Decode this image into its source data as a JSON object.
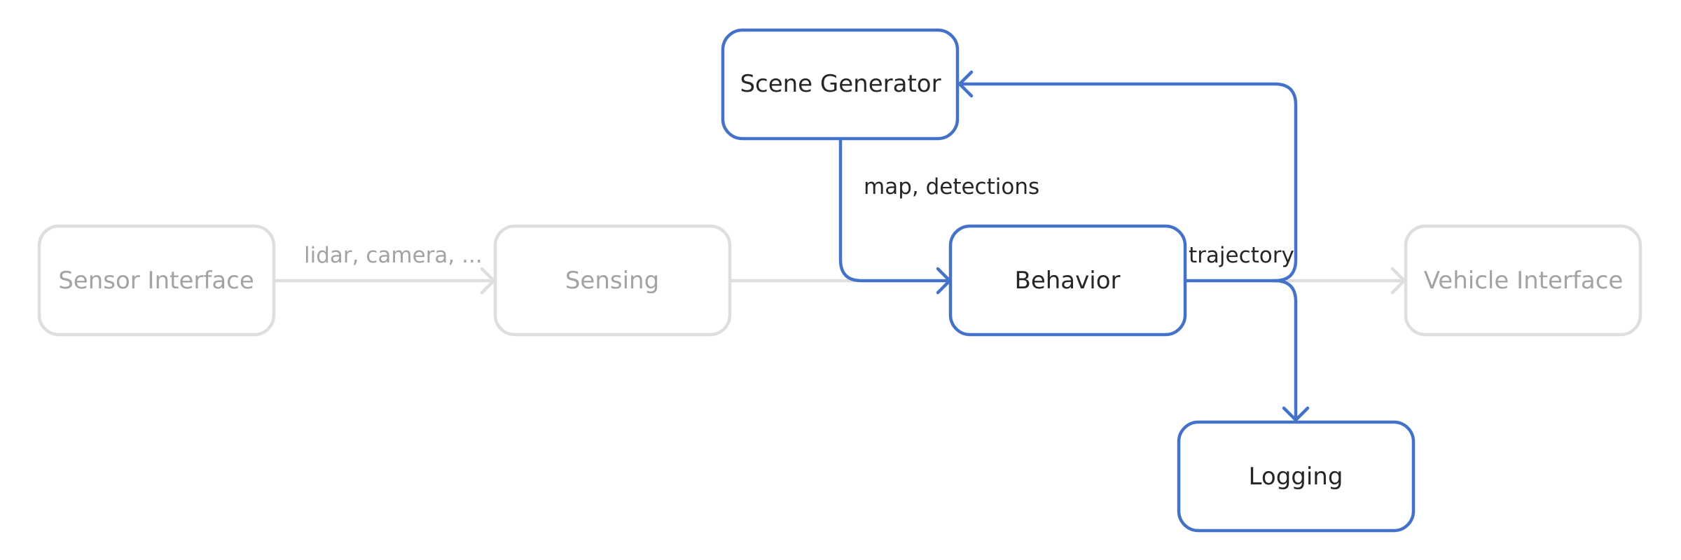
{
  "colors": {
    "active": "#4472c9",
    "inactive_stroke": "#dedede",
    "inactive_text": "#a3a3a3",
    "active_text": "#262626"
  },
  "nodes": {
    "sensor_interface": {
      "label": "Sensor Interface",
      "state": "inactive"
    },
    "sensing": {
      "label": "Sensing",
      "state": "inactive"
    },
    "scene_generator": {
      "label": "Scene Generator",
      "state": "active"
    },
    "behavior": {
      "label": "Behavior",
      "state": "active"
    },
    "vehicle_interface": {
      "label": "Vehicle Interface",
      "state": "inactive"
    },
    "logging": {
      "label": "Logging",
      "state": "active"
    }
  },
  "edges": {
    "sensor_to_sensing": {
      "from": "Sensor Interface",
      "to": "Sensing",
      "label": "lidar, camera, ...",
      "state": "inactive"
    },
    "sensing_to_behavior": {
      "from": "Sensing",
      "to": "Behavior",
      "label": "",
      "state": "inactive"
    },
    "scene_to_behavior": {
      "from": "Scene Generator",
      "to": "Behavior",
      "label": "map, detections",
      "state": "active"
    },
    "behavior_to_vehicle": {
      "from": "Behavior",
      "to": "Vehicle Interface",
      "label": "trajectory",
      "state": "inactive"
    },
    "behavior_to_scene": {
      "from": "Behavior",
      "to": "Scene Generator",
      "label": "",
      "state": "active"
    },
    "behavior_to_logging": {
      "from": "Behavior",
      "to": "Logging",
      "label": "",
      "state": "active"
    }
  }
}
